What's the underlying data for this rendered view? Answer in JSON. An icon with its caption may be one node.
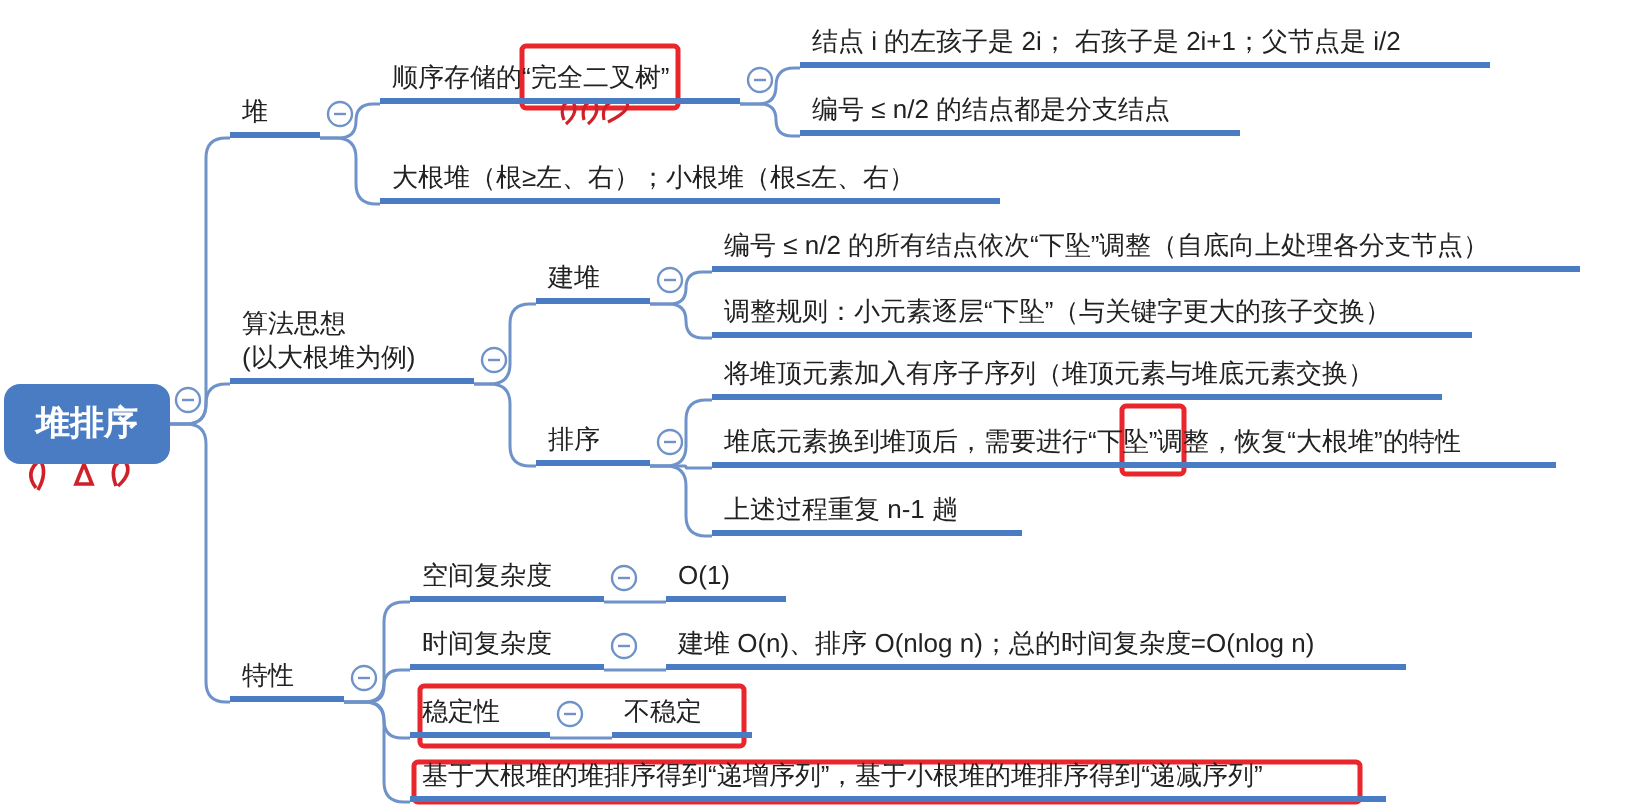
{
  "diagram": {
    "nodes": [
      {
        "text": [
          "堆排序"
        ]
      },
      {
        "text": [
          "堆"
        ]
      },
      {
        "text": [
          "顺序存储的“完全二叉树”"
        ]
      },
      {
        "text": [
          "结点 i 的左孩子是 2i； 右孩子是 2i+1；父节点是 i/2"
        ]
      },
      {
        "text": [
          "编号 ≤ n/2 的结点都是分支结点"
        ]
      },
      {
        "text": [
          "大根堆（根≥左、右）；小根堆（根≤左、右）"
        ]
      },
      {
        "text": [
          "算法思想 (以大根堆为例)"
        ]
      },
      {
        "text": [
          "建堆"
        ]
      },
      {
        "text": [
          "编号 ≤ n/2 的所有结点依次“下坠”调整（自底向上处理各分支节点）"
        ]
      },
      {
        "text": [
          "调整规则：小元素逐层“下坠”（与关键字更大的孩子交换）"
        ]
      },
      {
        "text": [
          "排序"
        ]
      },
      {
        "text": [
          "将堆顶元素加入有序子序列（堆顶元素与堆底元素交换）"
        ]
      },
      {
        "text": [
          "堆底元素换到堆顶后，需要进行“下坠”调整，恢复“大根堆”的特性"
        ]
      },
      {
        "text": [
          "上述过程重复 n-1 趟"
        ]
      },
      {
        "text": [
          "特性"
        ]
      },
      {
        "text": [
          "空间复杂度"
        ]
      },
      {
        "text": [
          "O(1)"
        ]
      },
      {
        "text": [
          "时间复杂度"
        ]
      },
      {
        "text": [
          "建堆 O(n)、排序 O(nlog n)；总的时间复杂度=O(nlog n)"
        ]
      },
      {
        "text": [
          "稳定性"
        ]
      },
      {
        "text": [
          "不稳定"
        ]
      },
      {
        "text": [
          "基于大根堆的堆排序得到“递增序列”，基于小根堆的堆排序得到“递减序列”"
        ]
      }
    ],
    "edges": [
      {
        "from": 0,
        "to": 1,
        "arrow": "none"
      },
      {
        "from": 0,
        "to": 6,
        "arrow": "none"
      },
      {
        "from": 0,
        "to": 14,
        "arrow": "none"
      },
      {
        "from": 1,
        "to": 2,
        "arrow": "none"
      },
      {
        "from": 1,
        "to": 5,
        "arrow": "none"
      },
      {
        "from": 2,
        "to": 3,
        "arrow": "none"
      },
      {
        "from": 2,
        "to": 4,
        "arrow": "none"
      },
      {
        "from": 6,
        "to": 7,
        "arrow": "none"
      },
      {
        "from": 6,
        "to": 10,
        "arrow": "none"
      },
      {
        "from": 7,
        "to": 8,
        "arrow": "none"
      },
      {
        "from": 7,
        "to": 9,
        "arrow": "none"
      },
      {
        "from": 10,
        "to": 11,
        "arrow": "none"
      },
      {
        "from": 10,
        "to": 12,
        "arrow": "none"
      },
      {
        "from": 10,
        "to": 13,
        "arrow": "none"
      },
      {
        "from": 14,
        "to": 15,
        "arrow": "none"
      },
      {
        "from": 14,
        "to": 17,
        "arrow": "none"
      },
      {
        "from": 14,
        "to": 19,
        "arrow": "none"
      },
      {
        "from": 14,
        "to": 21,
        "arrow": "none"
      },
      {
        "from": 15,
        "to": 16,
        "arrow": "none"
      },
      {
        "from": 17,
        "to": 18,
        "arrow": "none"
      },
      {
        "from": 19,
        "to": 20,
        "arrow": "none"
      }
    ]
  }
}
